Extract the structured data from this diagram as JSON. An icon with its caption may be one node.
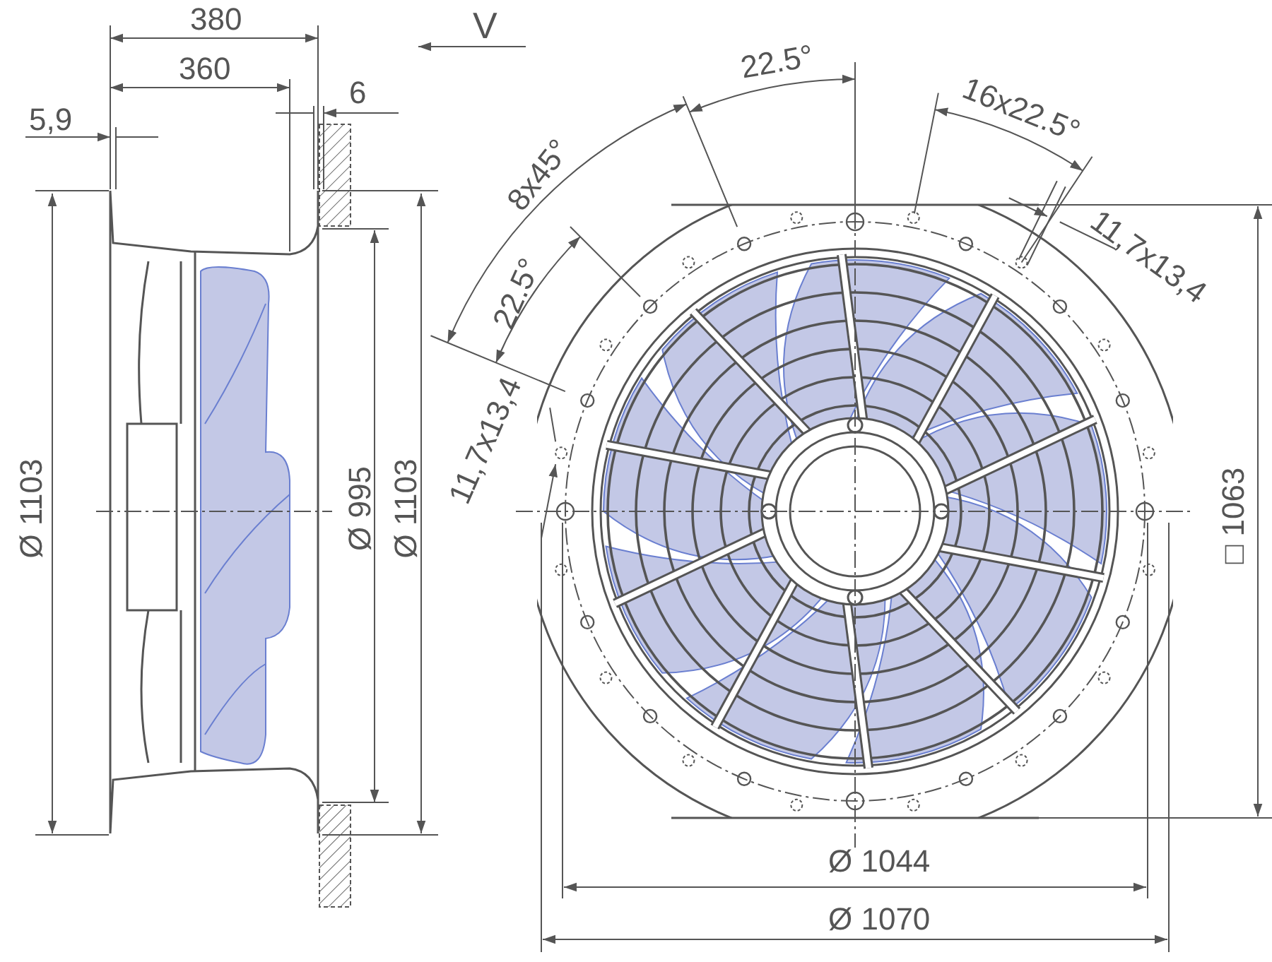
{
  "diagram": {
    "labels": [
      "380",
      "360",
      "5,9",
      "6",
      "V",
      "Ø 1103",
      "Ø 995",
      "Ø 1103",
      "8x45°",
      "22.5°",
      "22.5°",
      "16x22.5°",
      "11,7x13,4",
      "11,7x13,4",
      "□ 1063",
      "Ø 1044",
      "Ø 1070"
    ]
  }
}
